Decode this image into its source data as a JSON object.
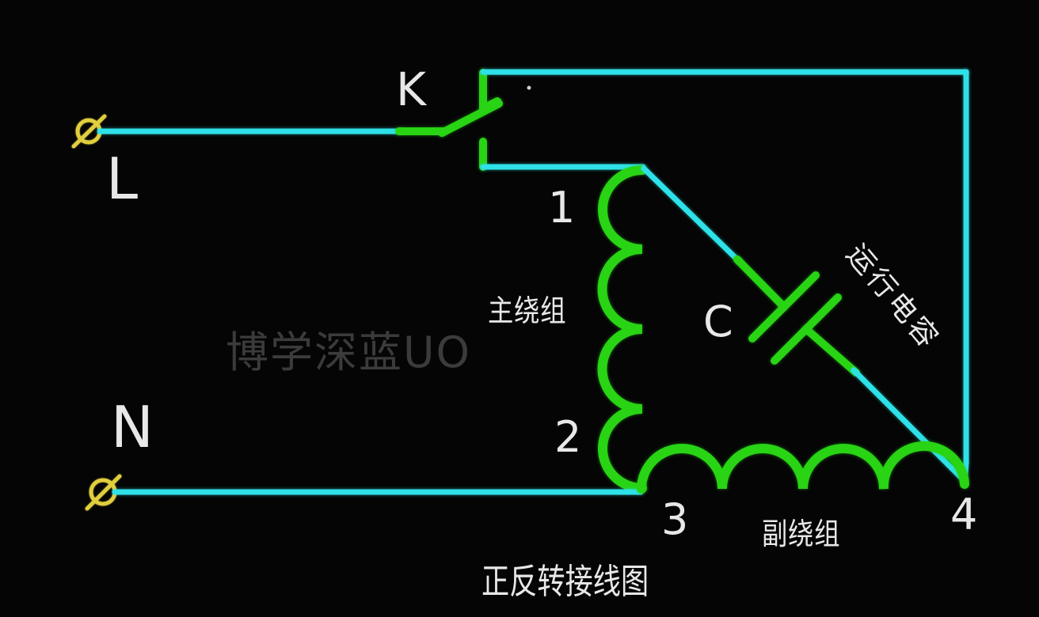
{
  "diagram": {
    "title": "正反转接线图",
    "watermark": "博学深蓝UO",
    "switch_label": "K",
    "live_terminal_label": "L",
    "neutral_terminal_label": "N",
    "capacitor_label": "C",
    "capacitor_name": "运行电容",
    "main_winding_label": "主绕组",
    "aux_winding_label": "副绕组",
    "node1": "1",
    "node2": "2",
    "node3": "3",
    "node4": "4"
  },
  "colors": {
    "background": "#050505",
    "wire": "#2ee1e8",
    "component": "#28d414",
    "terminal": "#e0ce3e",
    "text": "#e8e8e8",
    "watermark": "#3b3b3b"
  }
}
